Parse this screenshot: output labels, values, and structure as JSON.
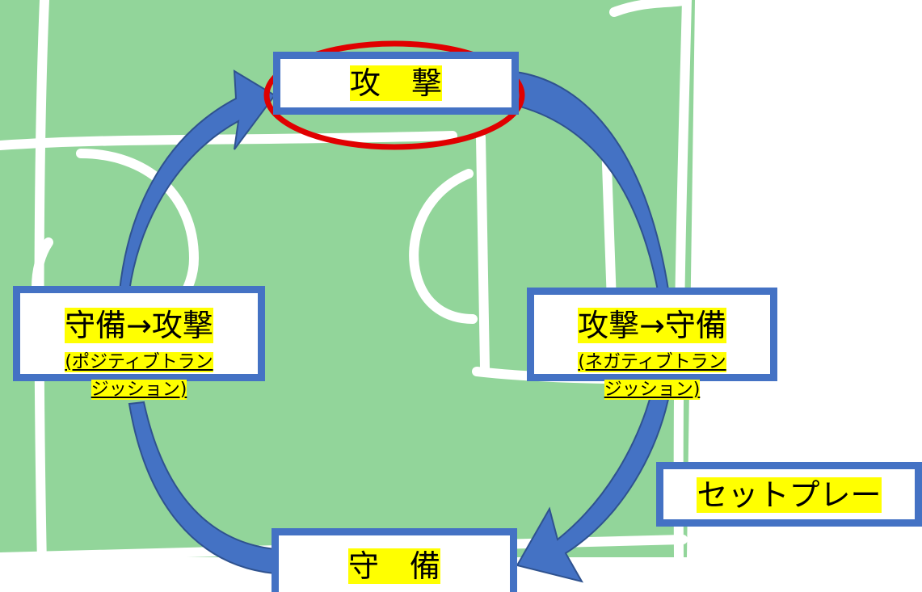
{
  "colors": {
    "pitch": "#92d59a",
    "lines": "#ffffff",
    "box_border": "#4472c4",
    "arrow": "#4472c4",
    "highlight": "#ffff00",
    "focus_ring": "#e00000"
  },
  "nodes": {
    "attack": "攻　撃",
    "defense": "守　備",
    "pos_transition_title": "守備→攻撃",
    "pos_transition_sub1": "(ポジティブトラン",
    "pos_transition_sub2": "ジッション)",
    "neg_transition_title": "攻撃→守備",
    "neg_transition_sub1": "(ネガティブトラン",
    "neg_transition_sub2": "ジッション)",
    "set_play": "セットプレー"
  }
}
